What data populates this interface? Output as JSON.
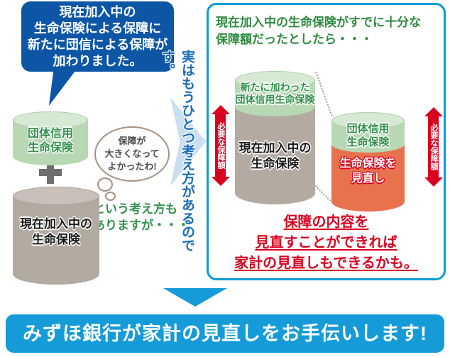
{
  "colors": {
    "deep_blue": "#0d56a6",
    "bright_blue": "#149bd8",
    "panel_border_blue": "#0a9bd8",
    "light_blue_arrow": "#c9dff2",
    "vertical_text_blue": "#1b6cb8",
    "green_text": "#33914b",
    "heading_green": "#2e8b3f",
    "cylinder_green": "#b7d8b2",
    "cylinder_tan": "#b3aaa2",
    "orange": "#e8714e",
    "red": "#d9001f"
  },
  "icons": {
    "plus": "plus-icon",
    "down_arrow": "down-arrow-icon",
    "right_arrow": "right-arrow-icon",
    "double_arrow": "double-headed-arrow-icon"
  },
  "left_scene": {
    "speech_bubble": {
      "lines": [
        "現在加入中の",
        "生命保険による保障に",
        "新たに団信による保障が",
        "加わりました。"
      ]
    },
    "green_cylinder": {
      "lines": [
        "団体信用",
        "生命保険"
      ]
    },
    "tan_cylinder": {
      "lines": [
        "現在加入中の",
        "生命保険"
      ]
    },
    "thought_bubble": {
      "lines": [
        "保障が",
        "大きくなって",
        "よかったわ!"
      ]
    },
    "comment": {
      "lines": [
        "という考え方も",
        "ありますが・・・"
      ]
    }
  },
  "transition": {
    "vertical_text": "実はもうひとつ考え方があるのです。"
  },
  "right_panel": {
    "heading": {
      "lines": [
        "現在加入中の生命保険がすでに十分な",
        "保障額だったとしたら・・・"
      ]
    },
    "tall_cylinder": {
      "top_label": {
        "lines": [
          "新たに加わった",
          "団体信用生命保険"
        ]
      },
      "body_label": {
        "lines": [
          "現在加入中の",
          "生命保険"
        ]
      }
    },
    "short_cylinder": {
      "top_label": {
        "lines": [
          "団体信用",
          "生命保険"
        ]
      },
      "bottom_label": {
        "lines": [
          "生命保険を",
          "見直し"
        ]
      }
    },
    "left_arrow_label": "必要な保障額",
    "right_arrow_label": "必要な保障額",
    "conclusion": {
      "lines": [
        "保障の内容を",
        "見直すことができれば",
        "家計の見直しもできるかも。"
      ]
    }
  },
  "banner": {
    "text": "みずほ銀行が家計の見直しをお手伝いします!"
  }
}
